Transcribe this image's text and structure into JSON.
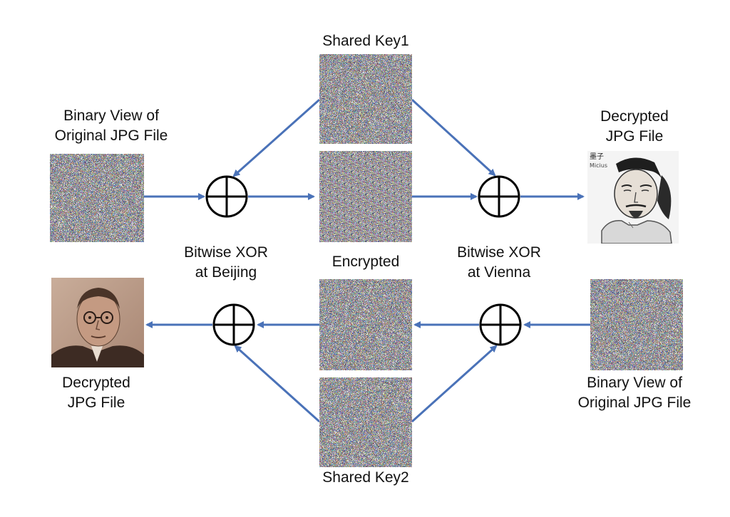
{
  "labels": {
    "shared_key1": "Shared Key1",
    "shared_key2": "Shared Key2",
    "encrypted": "Encrypted",
    "binary_view_left": [
      "Binary View of",
      "Original JPG File"
    ],
    "binary_view_right": [
      "Binary View of",
      "Original JPG File"
    ],
    "decrypted_right": [
      "Decrypted",
      "JPG File"
    ],
    "decrypted_left": [
      "Decrypted",
      "JPG File"
    ],
    "xor_beijing": [
      "Bitwise XOR",
      "at Beijing"
    ],
    "xor_vienna": [
      "Bitwise XOR",
      "at Vienna"
    ]
  },
  "portrait_caption": {
    "chinese": "墨子",
    "latin": "Micius"
  },
  "colors": {
    "arrow": "#4a72b8",
    "xor_stroke": "#000000",
    "text": "#111111"
  }
}
